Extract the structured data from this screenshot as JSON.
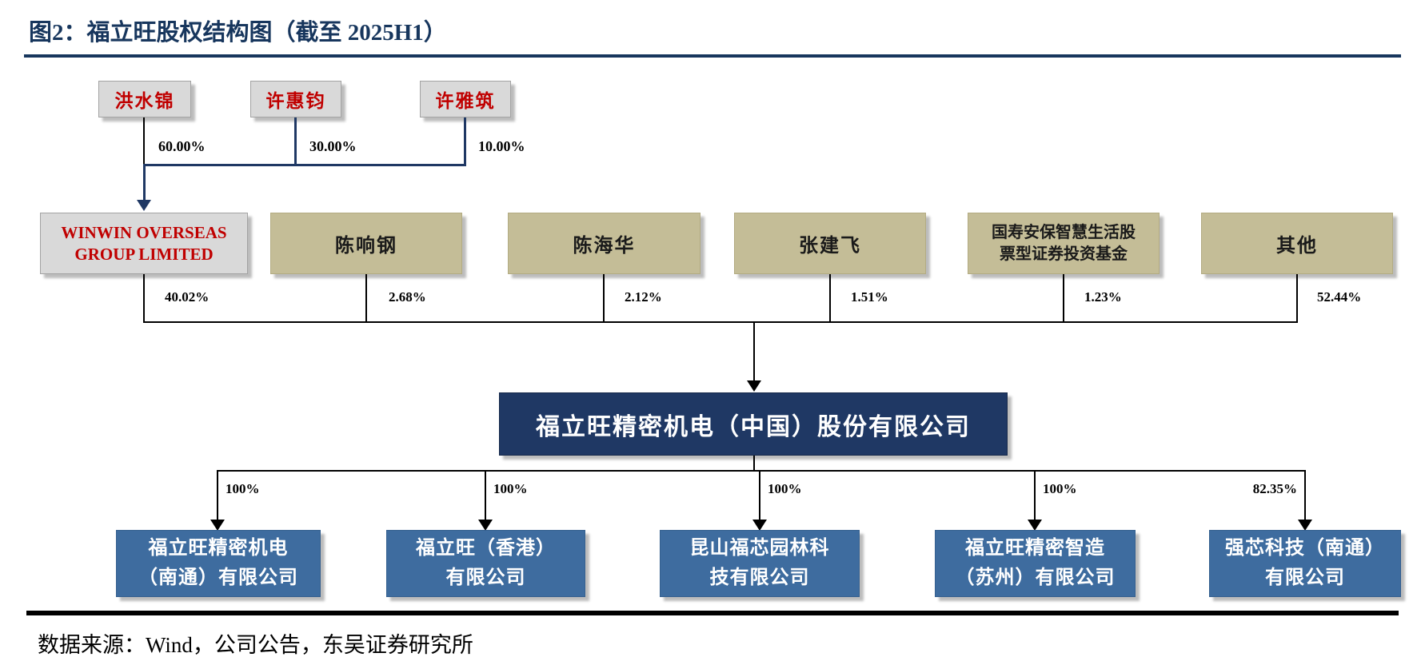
{
  "title": "图2：福立旺股权结构图（截至 2025H1）",
  "source": "数据来源：Wind，公司公告，东吴证券研究所",
  "colors": {
    "accent_navy": "#1F3864",
    "red_text": "#C00000",
    "gray_box": "#D9D9D9",
    "tan_box": "#C4BD97",
    "blue_box": "#3E6C9F"
  },
  "org": {
    "founders": [
      {
        "name": "洪水锦",
        "pct": "60.00%"
      },
      {
        "name": "许惠钧",
        "pct": "30.00%"
      },
      {
        "name": "许雅筑",
        "pct": "10.00%"
      }
    ],
    "holding": {
      "line1": "WINWIN OVERSEAS",
      "line2": "GROUP LIMITED",
      "pct": "40.02%"
    },
    "shareholders": [
      {
        "name": "陈响钢",
        "pct": "2.68%"
      },
      {
        "name": "陈海华",
        "pct": "2.12%"
      },
      {
        "name": "张建飞",
        "pct": "1.51%"
      },
      {
        "name": "国寿安保智慧生活股票型证券投资基金",
        "line1": "国寿安保智慧生活股",
        "line2": "票型证券投资基金",
        "pct": "1.23%"
      },
      {
        "name": "其他",
        "pct": "52.44%"
      }
    ],
    "company": {
      "name": "福立旺精密机电（中国）股份有限公司"
    },
    "subsidiaries": [
      {
        "name": "福立旺精密机电（南通）有限公司",
        "line1": "福立旺精密机电",
        "line2": "（南通）有限公司",
        "pct": "100%"
      },
      {
        "name": "福立旺（香港）有限公司",
        "line1": "福立旺（香港）",
        "line2": "有限公司",
        "pct": "100%"
      },
      {
        "name": "昆山福芯园林科技有限公司",
        "line1": "昆山福芯园林科",
        "line2": "技有限公司",
        "pct": "100%"
      },
      {
        "name": "福立旺精密智造（苏州）有限公司",
        "line1": "福立旺精密智造",
        "line2": "（苏州）有限公司",
        "pct": "100%"
      },
      {
        "name": "强芯科技（南通）有限公司",
        "line1": "强芯科技（南通）",
        "line2": "有限公司",
        "pct": "82.35%"
      }
    ]
  }
}
